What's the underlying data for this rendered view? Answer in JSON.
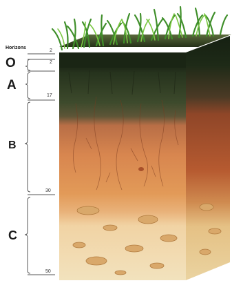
{
  "diagram": {
    "heading": "Horizons",
    "horizons": [
      {
        "letter": "O",
        "top_depth": "2",
        "bottom_depth": "2",
        "color": "#1c2616"
      },
      {
        "letter": "A",
        "bottom_depth": "17",
        "color": "#3a4a2c"
      },
      {
        "letter": "B",
        "bottom_depth": "30",
        "color": "#d88a4a"
      },
      {
        "letter": "C",
        "bottom_depth": "50",
        "color": "#f0dcae"
      }
    ],
    "colors": {
      "grass": "#3f8f2a",
      "grass_light": "#7cc843",
      "o_layer": "#1c2616",
      "a_layer_top": "#26331d",
      "a_layer_bottom": "#5b5a38",
      "b_layer_top": "#c9764a",
      "b_layer_bottom": "#e29a58",
      "bc_transition": "#e9b27a",
      "c_layer": "#f2dfb3",
      "side_dark": "#a4502a",
      "rocks": "#d9a86a",
      "bracket": "#555555"
    }
  }
}
